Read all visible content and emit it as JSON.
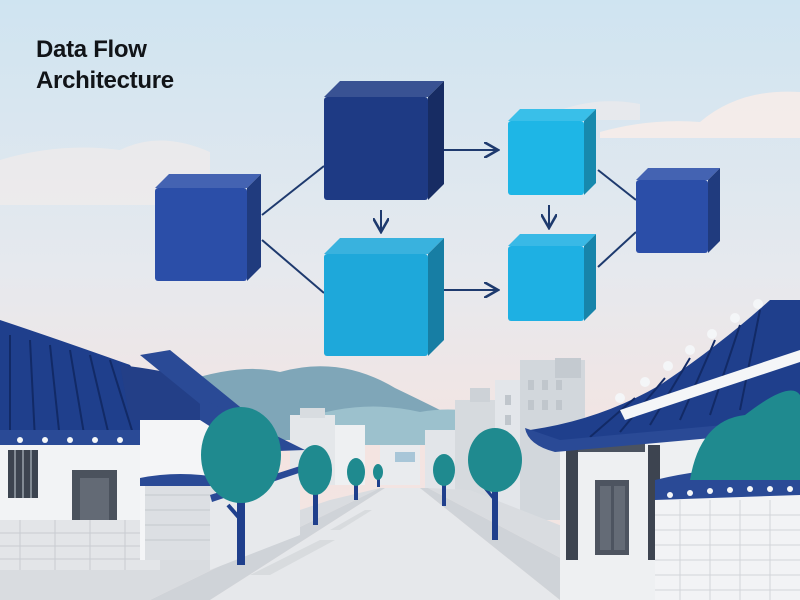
{
  "title": {
    "line1": "Data Flow",
    "line2": "Architecture"
  },
  "diagram": {
    "nodes": [
      {
        "id": "source",
        "color": "#2b4ea8"
      },
      {
        "id": "top-processor",
        "color": "#1e3a84"
      },
      {
        "id": "bottom-processor",
        "color": "#1ea8da"
      },
      {
        "id": "top-stage",
        "color": "#1eb6e6"
      },
      {
        "id": "bottom-stage",
        "color": "#1eb0e3"
      },
      {
        "id": "sink",
        "color": "#2b4ea8"
      }
    ],
    "edges": [
      {
        "from": "source",
        "to": "top-processor",
        "style": "line"
      },
      {
        "from": "source",
        "to": "bottom-processor",
        "style": "line"
      },
      {
        "from": "top-processor",
        "to": "bottom-processor",
        "style": "arrow"
      },
      {
        "from": "top-processor",
        "to": "top-stage",
        "style": "arrow"
      },
      {
        "from": "bottom-processor",
        "to": "bottom-stage",
        "style": "arrow"
      },
      {
        "from": "top-stage",
        "to": "bottom-stage",
        "style": "arrow"
      },
      {
        "from": "top-stage",
        "to": "sink",
        "style": "line"
      },
      {
        "from": "bottom-stage",
        "to": "sink",
        "style": "line"
      }
    ]
  },
  "colors": {
    "sky_top": "#cfe4f1",
    "sky_bottom": "#f4e4e1",
    "roof": "#1f3f8c",
    "tree": "#1f8a8f",
    "road": "#e7e9ec",
    "connector": "#1e3a6e"
  }
}
